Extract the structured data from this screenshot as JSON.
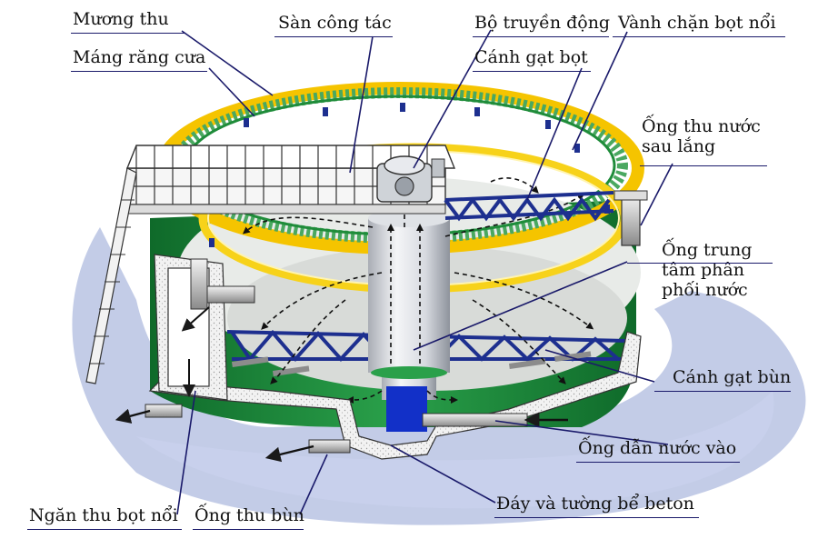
{
  "labels": {
    "muong_thu": "Mương thu",
    "mang_rang_cua": "Máng răng cưa",
    "san_cong_tac": "Sàn công tác",
    "bo_truyen_dong": "Bộ truyền động",
    "vanh_chan_bot_noi": "Vành chặn bọt nổi",
    "canh_gat_bot": "Cánh gạt bọt",
    "ong_thu_nuoc": [
      "Ống thu nước",
      "sau lắng"
    ],
    "ong_trung_tam": [
      "Ống trung",
      "tâm phân",
      "phối nước"
    ],
    "canh_gat_bun": "Cánh gạt bùn",
    "ong_dan_nuoc_vao": "Ống dẫn nước vào",
    "day_va_tuong": "Đáy và tường bể beton",
    "ngan_thu_bot_noi": "Ngăn thu bọt nổi",
    "ong_thu_bun": "Ống thu bùn"
  },
  "colors": {
    "yellow_rim": "#f5c400",
    "green_tank": "#1f8c3a",
    "green_teeth": "#4aa860",
    "navy_truss": "#1d2f8f",
    "concrete": "#e9e9e9",
    "water_shadow": "#b9c3e3",
    "leader_line": "#1a1a6a",
    "blue_column": "#1230c8"
  }
}
